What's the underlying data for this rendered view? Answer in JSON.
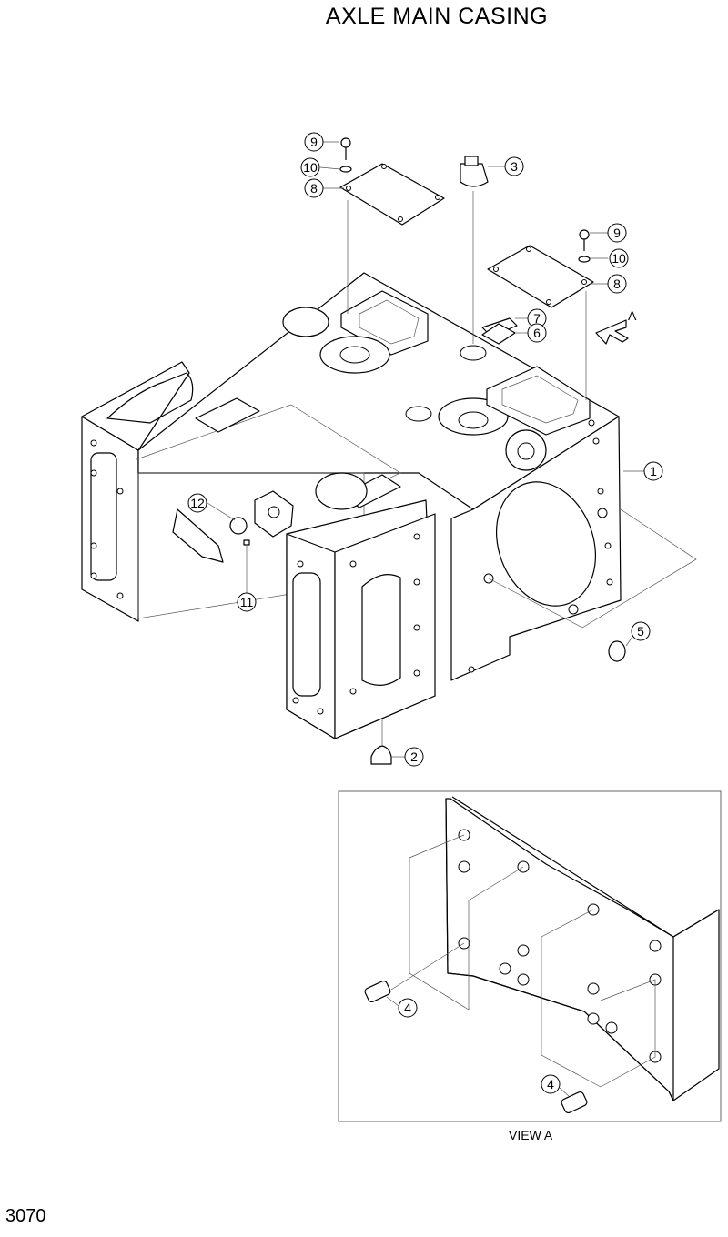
{
  "title": "AXLE MAIN CASING",
  "page_number": "3070",
  "view_label": "VIEW A",
  "direction_label": "A",
  "callouts": {
    "c1": "1",
    "c2": "2",
    "c3": "3",
    "c4a": "4",
    "c4b": "4",
    "c5": "5",
    "c6": "6",
    "c7": "7",
    "c8a": "8",
    "c8b": "8",
    "c9a": "9",
    "c9b": "9",
    "c10a": "10",
    "c10b": "10",
    "c11": "11",
    "c12": "12"
  }
}
